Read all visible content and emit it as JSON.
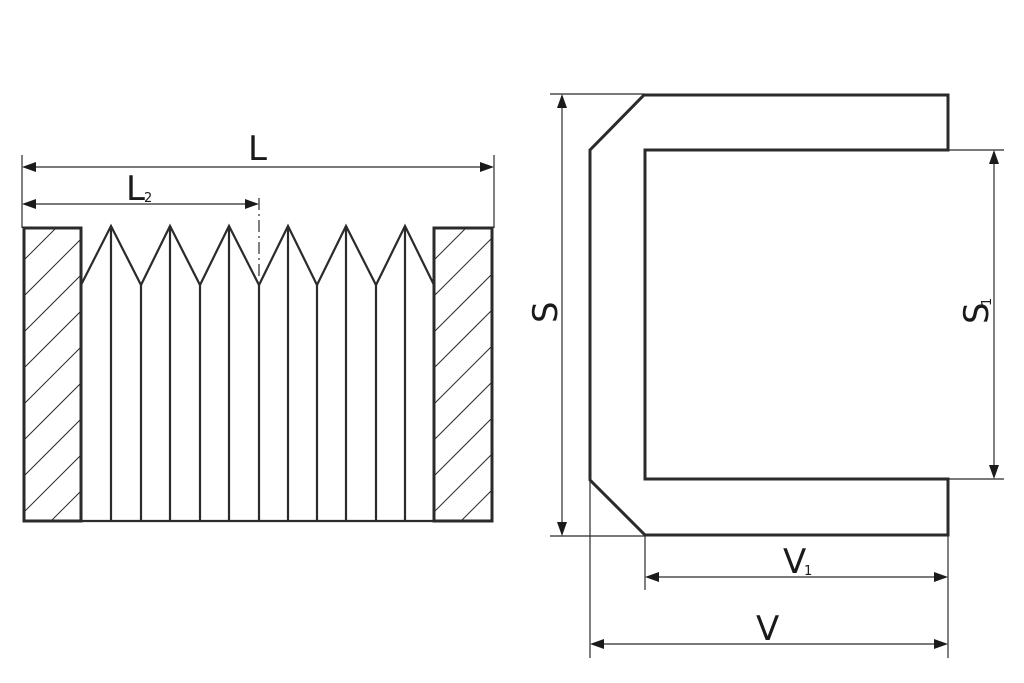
{
  "labels": {
    "L": "L",
    "L2_main": "L",
    "L2_sub": "2",
    "S": "S",
    "S1_main": "S",
    "S1_sub": "1",
    "V": "V",
    "V1_main": "V",
    "V1_sub": "1"
  }
}
